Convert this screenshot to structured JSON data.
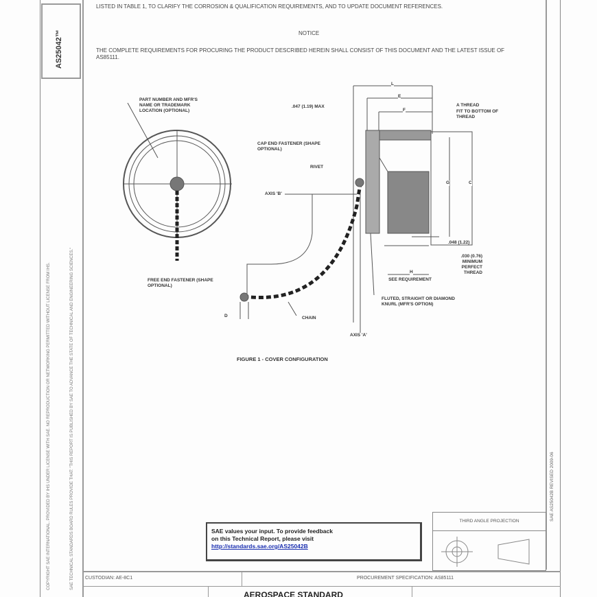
{
  "side_id": "AS25042™",
  "left_margin_lines": [
    "Copyright SAE International. Provided by IHS under license with SAE. No reproduction or networking permitted without license from IHS.",
    "SAE Technical Standards Board Rules provide that: \"This report is published by SAE to advance the state of technical and engineering sciences.\""
  ],
  "intro_text": "LISTED IN TABLE 1, TO CLARIFY THE CORROSION & QUALIFICATION REQUIREMENTS, AND TO UPDATE DOCUMENT REFERENCES.",
  "notice_heading": "NOTICE",
  "notice_text": "THE COMPLETE REQUIREMENTS FOR PROCURING THE PRODUCT DESCRIBED HEREIN SHALL CONSIST OF THIS DOCUMENT AND THE LATEST ISSUE OF AS85111.",
  "figure": {
    "part_number_label": "PART NUMBER AND MFR'S NAME OR TRADEMARK LOCATION (OPTIONAL)",
    "max_dim": ".047 (1.19) MAX",
    "dim_L": "L",
    "dim_E": "E",
    "dim_F": "F",
    "dim_G": "G",
    "dim_C": "C",
    "dim_H": "H",
    "dim_D": "D",
    "thread_label": "A THREAD",
    "fit_label": "FIT TO BOTTOM OF THREAD",
    "cap_fastener": "CAP END FASTENER (SHAPE OPTIONAL)",
    "rivet": "RIVET",
    "axis_b": "AXIS 'B'",
    "dim_048": ".048 (1.22)",
    "min_thread": ".030 (0.76) MINIMUM PERFECT THREAD",
    "see_req": "SEE REQUIREMENT",
    "free_fastener": "FREE END FASTENER (SHAPE OPTIONAL)",
    "chain": "CHAIN",
    "knurl": "FLUTED, STRAIGHT OR DIAMOND KNURL (MFR'S OPTION)",
    "axis_a": "AXIS 'A'",
    "caption": "FIGURE 1 - COVER CONFIGURATION"
  },
  "feedback": {
    "line1": "SAE values your input. To provide feedback",
    "line2": "on this Technical Report, please visit",
    "link": "http://standards.sae.org/AS25042B"
  },
  "projection_label": "THIRD ANGLE PROJECTION",
  "right_strip": "SAE AS25042B     REVISED 2009-06",
  "custodian": "CUSTODIAN: AE-8C1",
  "procurement": "PROCUREMENT SPECIFICATION: AS85111",
  "title": "AEROSPACE STANDARD"
}
